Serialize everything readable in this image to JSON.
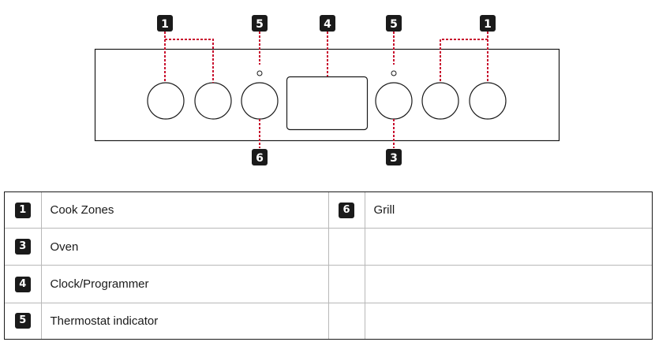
{
  "diagram": {
    "callouts": {
      "cook_zones_left": "1",
      "thermostat_left": "5",
      "clock": "4",
      "thermostat_right": "5",
      "cook_zones_right": "1",
      "grill": "6",
      "oven": "3"
    }
  },
  "legend": {
    "rows": [
      {
        "left_num": "1",
        "left_label": "Cook Zones",
        "right_num": "6",
        "right_label": "Grill"
      },
      {
        "left_num": "3",
        "left_label": "Oven",
        "right_num": "",
        "right_label": ""
      },
      {
        "left_num": "4",
        "left_label": "Clock/Programmer",
        "right_num": "",
        "right_label": ""
      },
      {
        "left_num": "5",
        "left_label": "Thermostat indicator",
        "right_num": "",
        "right_label": ""
      }
    ]
  },
  "colors": {
    "leader_line": "#c8102e",
    "badge": "#1a1a1a"
  }
}
